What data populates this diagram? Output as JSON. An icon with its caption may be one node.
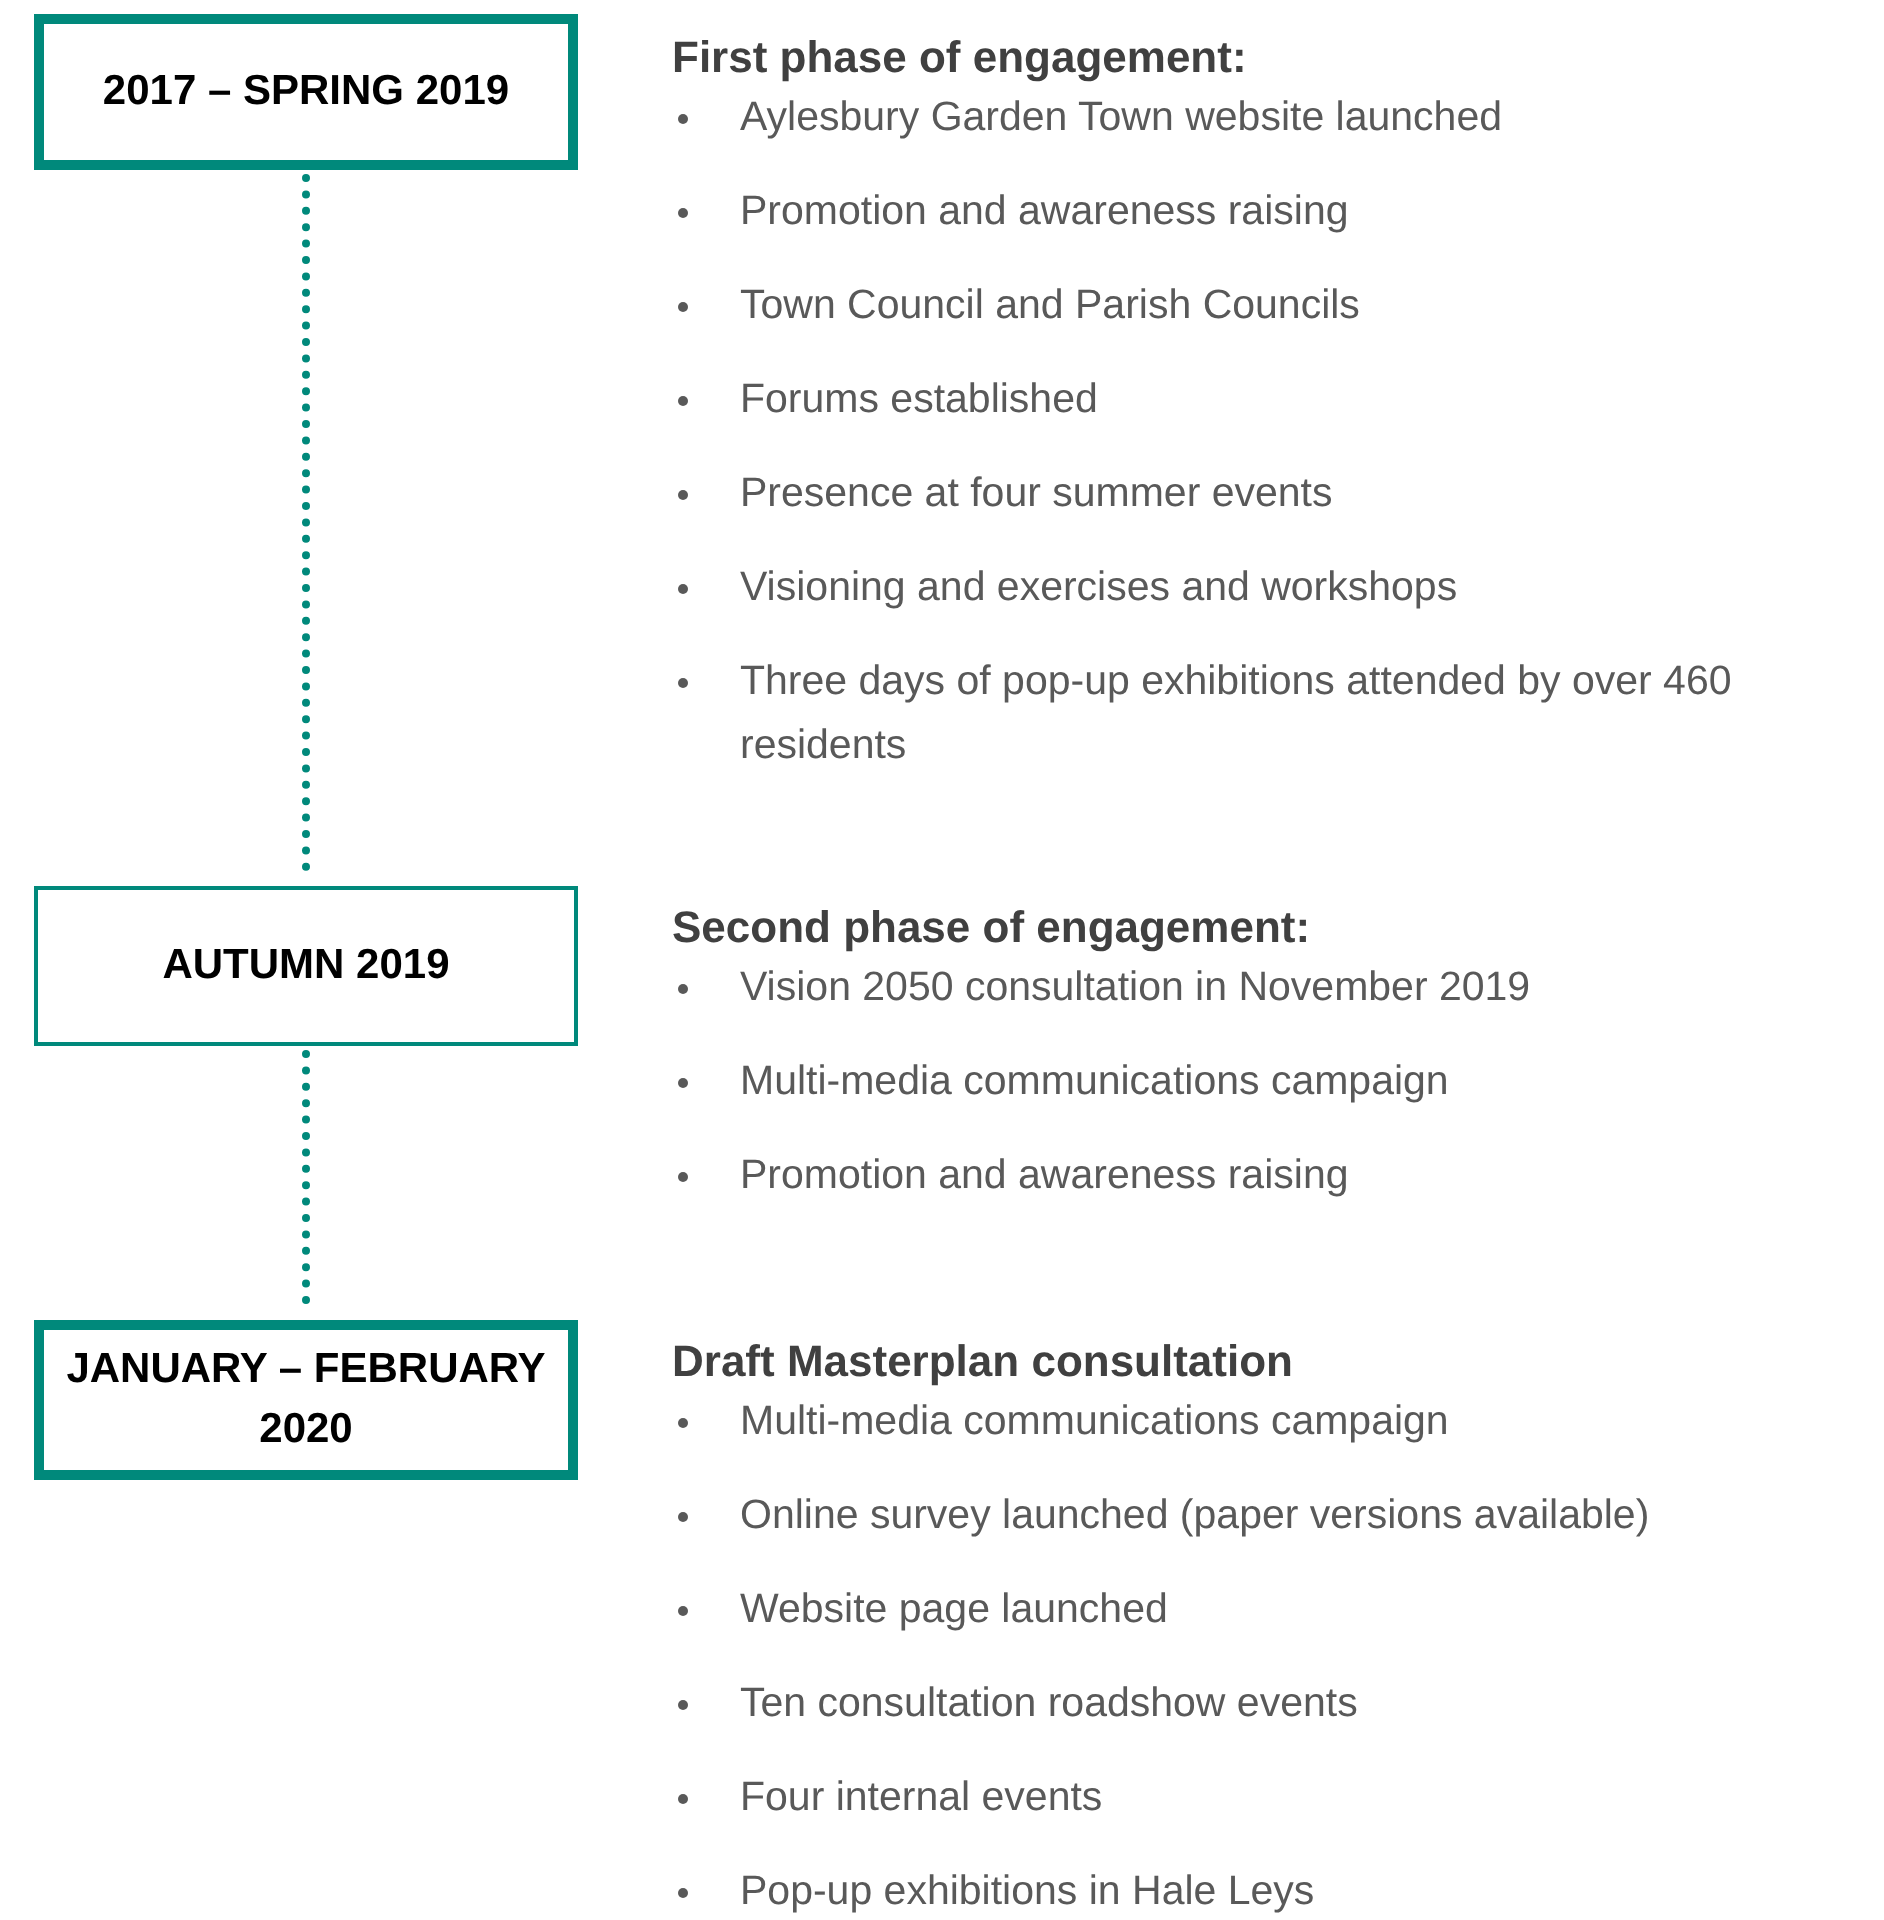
{
  "diagram": {
    "nodes": [
      {
        "text": [
          "2017 – SPRING 2019"
        ],
        "beside": [
          "First phase of engagement:",
          "Aylesbury Garden Town website launched",
          "Promotion and awareness raising",
          "Town Council and Parish Councils",
          "Forums established",
          "Presence at four summer events",
          "Visioning and exercises and workshops",
          "Three days of pop-up exhibitions attended by over 460 residents"
        ]
      },
      {
        "text": [
          "AUTUMN 2019"
        ],
        "beside": [
          "Second phase of engagement:",
          "Vision 2050 consultation in November 2019",
          "Multi-media communications campaign",
          "Promotion and awareness raising"
        ]
      },
      {
        "text": [
          "JANUARY – FEBRUARY 2020"
        ],
        "beside": [
          "Draft Masterplan consultation",
          "Multi-media communications campaign",
          "Online survey launched (paper versions available)",
          "Website page launched",
          "Ten consultation roadshow events",
          "Four internal events",
          "Pop-up exhibitions in Hale Leys"
        ]
      }
    ],
    "edges": [
      {
        "from": 0,
        "to": 1,
        "arrow": "none",
        "style": "dashed"
      },
      {
        "from": 1,
        "to": 2,
        "arrow": "none",
        "style": "dashed"
      }
    ]
  }
}
